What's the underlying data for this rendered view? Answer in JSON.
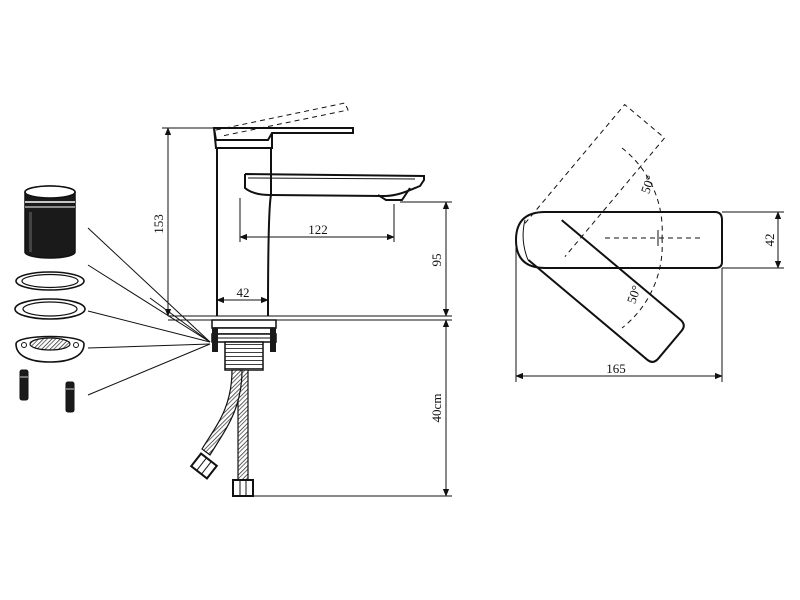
{
  "colors": {
    "line": "#111111",
    "background": "#ffffff"
  },
  "side_view": {
    "dimensions": {
      "total_height": "153",
      "spout_reach": "122",
      "spout_height": "95",
      "base_width": "42",
      "hose_length": "40cm"
    }
  },
  "top_view": {
    "dimensions": {
      "total_length": "165",
      "handle_height": "42",
      "angle_upper": "50°",
      "angle_lower": "50°"
    }
  },
  "parts": {
    "icons": [
      "aerator-icon",
      "rubber-washer-icon",
      "metal-washer-icon",
      "mounting-plate-icon",
      "mounting-stud-icon"
    ]
  }
}
